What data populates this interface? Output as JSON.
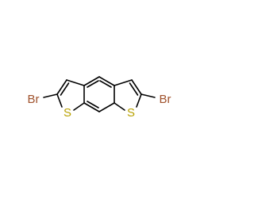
{
  "atoms": {
    "br_left": "Br",
    "br_right": "Br",
    "s_left": "S",
    "s_right": "S"
  },
  "colors": {
    "bond": "#000000",
    "bromine": "#a0522d",
    "sulfur": "#b8a100",
    "background": "#ffffff"
  }
}
